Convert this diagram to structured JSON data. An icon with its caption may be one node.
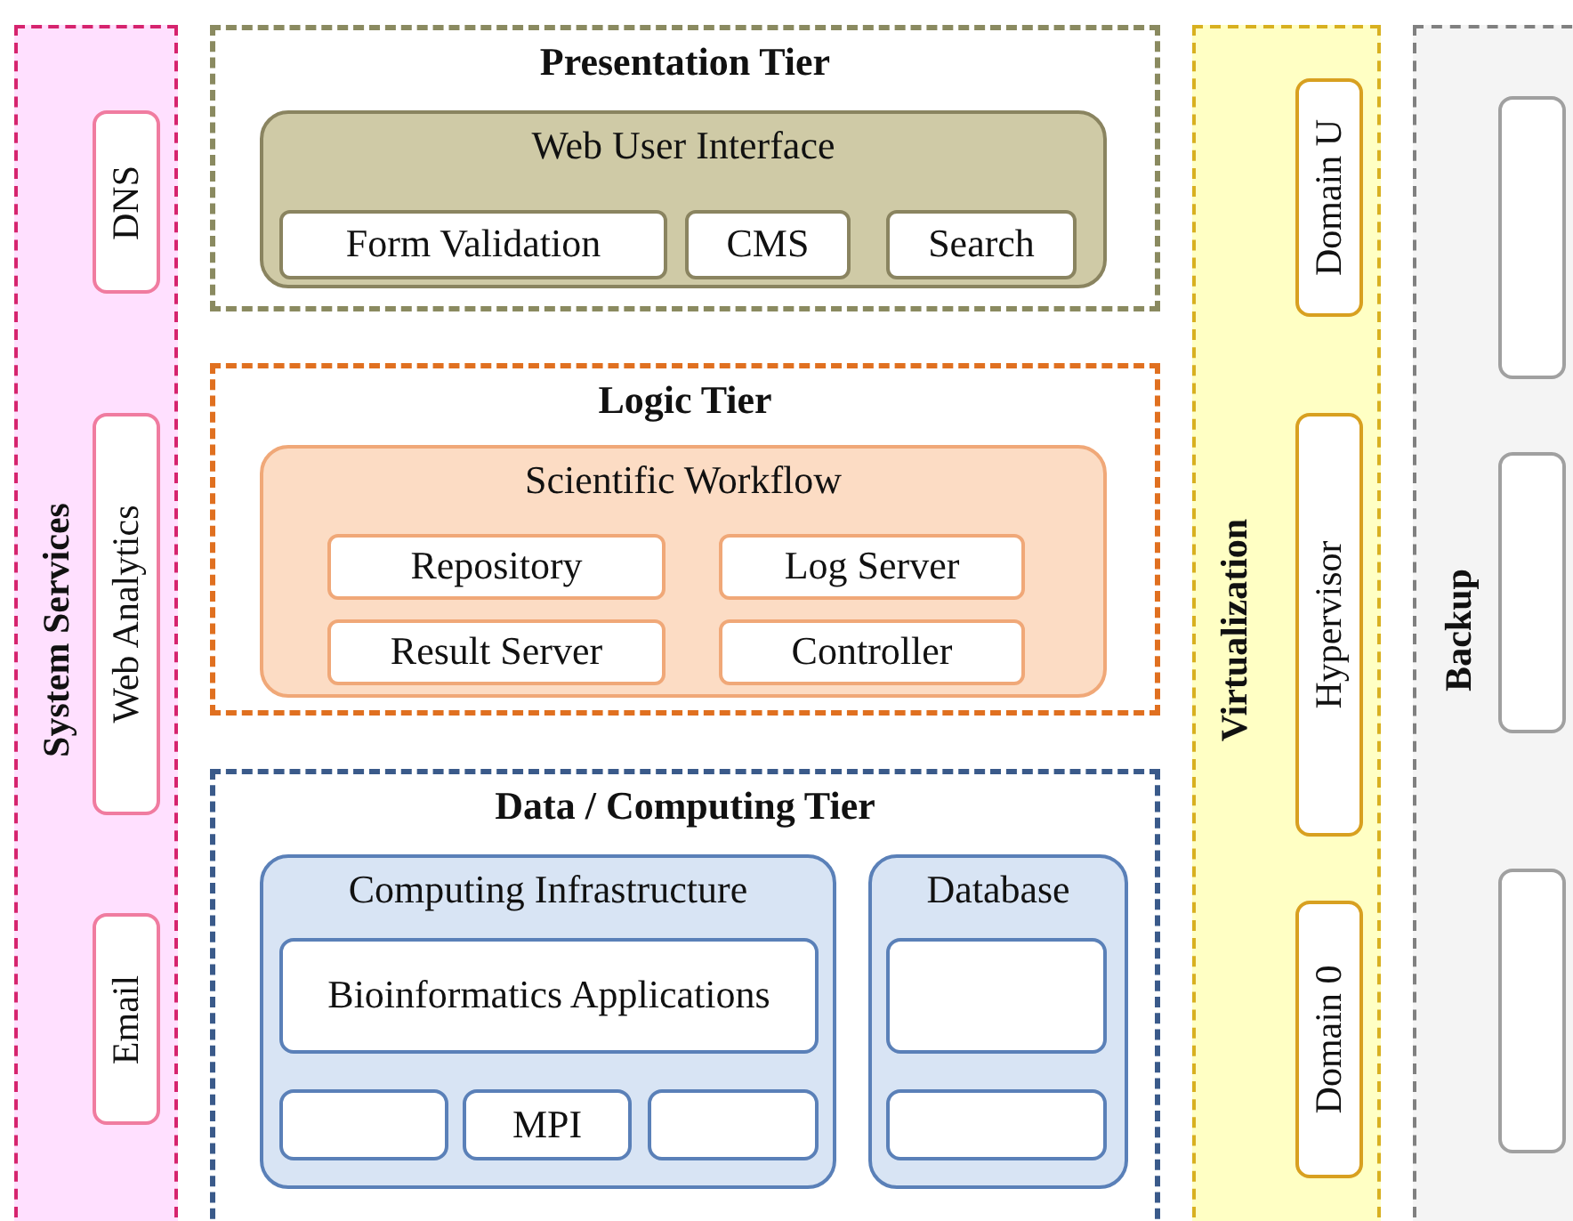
{
  "diagram": {
    "nodes": [
      {
        "text": [
          "System Services"
        ]
      },
      {
        "text": [
          "DNS"
        ],
        "in": 0
      },
      {
        "text": [
          "Web Analytics"
        ],
        "in": 0
      },
      {
        "text": [
          "Email"
        ],
        "in": 0
      },
      {
        "text": [
          "Presentation Tier"
        ]
      },
      {
        "text": [
          "Web User Interface"
        ],
        "in": 4
      },
      {
        "text": [
          "Form Validation"
        ],
        "in": 5
      },
      {
        "text": [
          "CMS"
        ],
        "in": 5
      },
      {
        "text": [
          "Search"
        ],
        "in": 5
      },
      {
        "text": [
          "Logic Tier"
        ]
      },
      {
        "text": [
          "Scientific Workflow"
        ],
        "in": 9
      },
      {
        "text": [
          "Repository"
        ],
        "in": 10
      },
      {
        "text": [
          "Log Server"
        ],
        "in": 10
      },
      {
        "text": [
          "Result Server"
        ],
        "in": 10
      },
      {
        "text": [
          "Controller"
        ],
        "in": 10
      },
      {
        "text": [
          "Data / Computing Tier"
        ]
      },
      {
        "text": [
          "Computing Infrastructure"
        ],
        "in": 15
      },
      {
        "text": [
          "Bioinformatics Applications"
        ],
        "in": 16
      },
      {
        "text": [],
        "shape": "box",
        "in": 16
      },
      {
        "text": [
          "MPI"
        ],
        "in": 16
      },
      {
        "text": [],
        "shape": "box",
        "in": 16
      },
      {
        "text": [
          "Database"
        ],
        "in": 15
      },
      {
        "text": [],
        "shape": "box",
        "in": 21
      },
      {
        "text": [],
        "shape": "box",
        "in": 21
      },
      {
        "text": [
          "Virtualization"
        ]
      },
      {
        "text": [
          "Domain U"
        ],
        "in": 24
      },
      {
        "text": [
          "Hypervisor"
        ],
        "in": 24
      },
      {
        "text": [
          "Domain 0"
        ],
        "in": 24
      },
      {
        "text": [
          "Backup"
        ]
      },
      {
        "text": [],
        "shape": "box",
        "in": 28
      },
      {
        "text": [],
        "shape": "box",
        "in": 28
      },
      {
        "text": [],
        "shape": "box",
        "in": 28
      }
    ]
  }
}
